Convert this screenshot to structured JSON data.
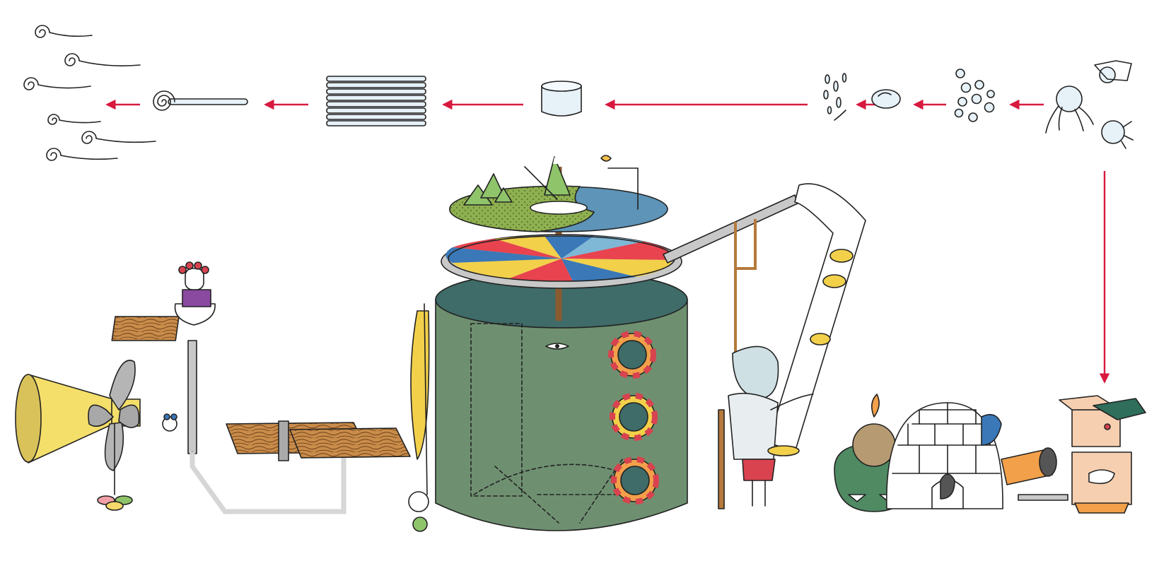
{
  "diagram": {
    "kind": "illustrated process machine",
    "colors": {
      "arrow": "#d8193f",
      "tank": "#6e9070",
      "tank_top": "#3f6b68",
      "speaker_horn": "#f5df6b",
      "wood": "#b5793b",
      "pipe": "#c8c8c8",
      "igloo": "#ffffff",
      "pinwheel": [
        "#e8434f",
        "#f2d04a",
        "#3a78b8",
        "#7fb7d6"
      ],
      "island_land": "#8fb050",
      "island_water": "#5d94b8"
    },
    "flow_stages": [
      {
        "name": "winged-seeds-icon"
      },
      {
        "name": "bubble-cluster-icon"
      },
      {
        "name": "droplet-icon"
      },
      {
        "name": "splash-icon"
      },
      {
        "name": "cylinder-puck-icon"
      },
      {
        "name": "stacked-sheets-icon"
      },
      {
        "name": "rolled-spiral-icon"
      },
      {
        "name": "spiral-tadpoles-icon"
      }
    ],
    "machine_parts": [
      "horn-speaker",
      "propeller-fan",
      "figure-on-platform",
      "wooden-planks",
      "green-tank",
      "rotating-disc-island",
      "pinwheel-disc",
      "transparent-tube",
      "bald-man",
      "backpack-creature",
      "igloo",
      "box-with-hands"
    ]
  }
}
